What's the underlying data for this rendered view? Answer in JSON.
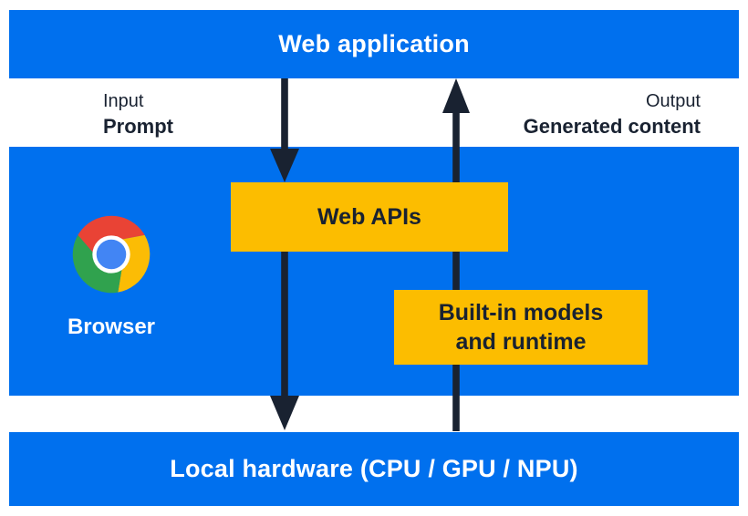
{
  "top_bar": {
    "label": "Web application"
  },
  "io": {
    "input_caption": "Input",
    "input_value": "Prompt",
    "output_caption": "Output",
    "output_value": "Generated content"
  },
  "browser": {
    "label": "Browser",
    "web_apis_label": "Web APIs",
    "builtin_line1": "Built-in models",
    "builtin_line2": "and runtime"
  },
  "hardware_bar": {
    "label": "Local hardware (CPU / GPU / NPU)"
  },
  "icons": {
    "chrome_logo": "chrome-logo-icon",
    "arrow_down": "arrow-down-icon",
    "arrow_up": "arrow-up-icon"
  },
  "colors": {
    "blue": "#0070ee",
    "yellow": "#fcbd00",
    "navy": "#192231",
    "white": "#ffffff",
    "chrome-red": "#e94335",
    "chrome-yellow": "#fbbc05",
    "chrome-green": "#30a24e",
    "chrome-blue": "#4285f4"
  }
}
